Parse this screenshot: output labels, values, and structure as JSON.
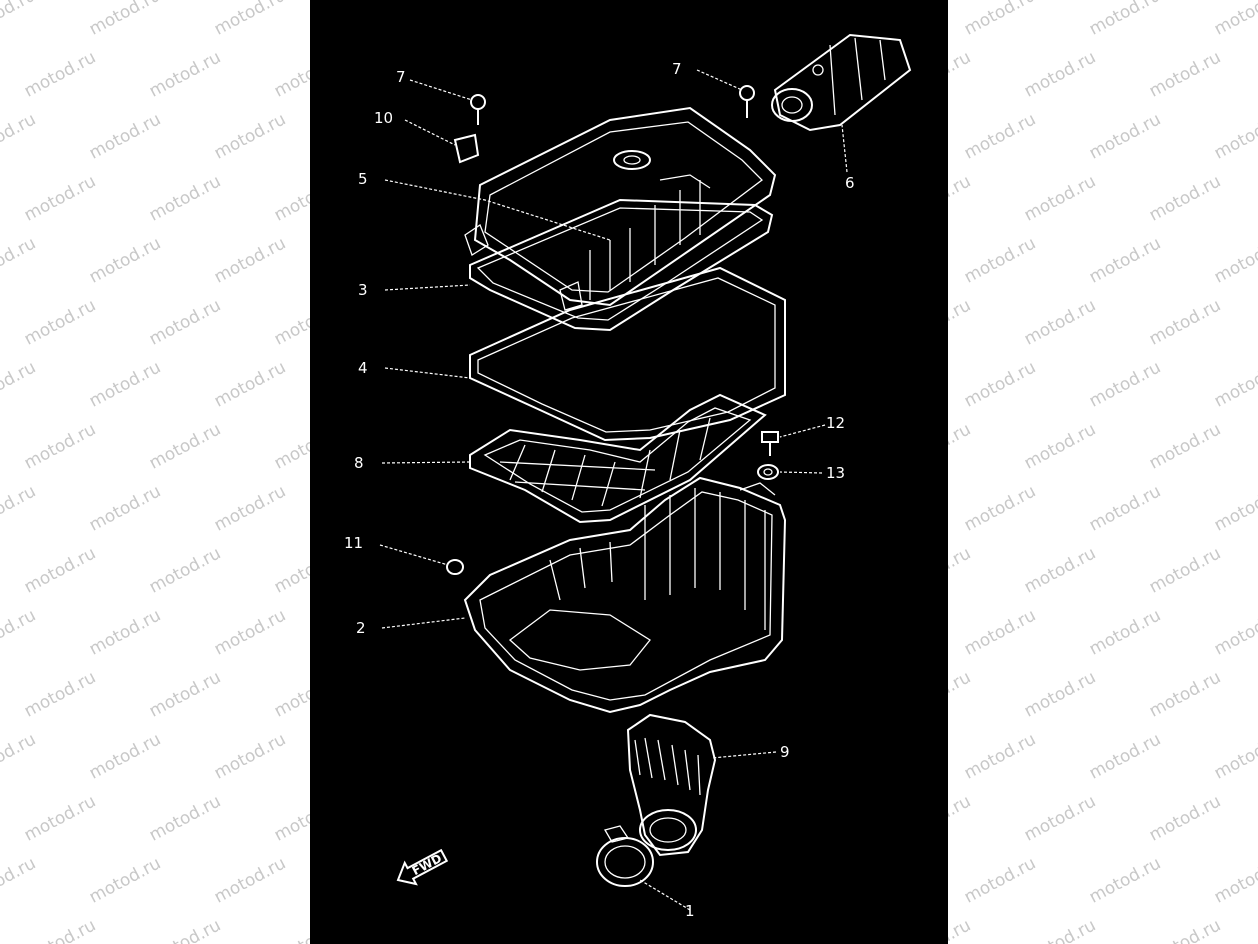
{
  "watermark": {
    "text": "motod.ru"
  },
  "callouts": {
    "c1": "1",
    "c2": "2",
    "c3": "3",
    "c4": "4",
    "c5": "5",
    "c6": "6",
    "c7a": "7",
    "c7b": "7",
    "c8": "8",
    "c9": "9",
    "c10": "10",
    "c11": "11",
    "c12": "12",
    "c13": "13"
  },
  "fwd_label": "FWD",
  "colors": {
    "background": "#000000",
    "lines": "#ffffff",
    "page": "#ffffff",
    "watermark": "#c8c8c8"
  }
}
